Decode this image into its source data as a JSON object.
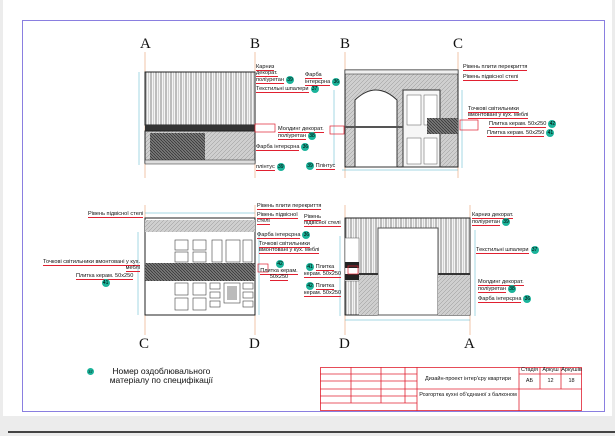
{
  "axes": {
    "top_left": [
      "A",
      "B"
    ],
    "top_right": [
      "B",
      "C"
    ],
    "bottom_left": [
      "C",
      "D"
    ],
    "bottom_right": [
      "D",
      "A"
    ]
  },
  "callouts": [
    {
      "text": "Карниз декорат. поліуретан",
      "num": "39"
    },
    {
      "text": "Текстильні шпалери",
      "num": "37"
    },
    {
      "text": "Молдинг декорат. поліуретан",
      "num": "38"
    },
    {
      "text": "Фарба інтерєрна",
      "num": "36"
    },
    {
      "text": "плінтус",
      "num": "39"
    },
    {
      "text": "Фарба інтерєрна",
      "num": "36"
    },
    {
      "text": "Плінтус",
      "num": "39"
    },
    {
      "text": "Рівень плити перекриття",
      "num": ""
    },
    {
      "text": "Рівень підвісної стелі",
      "num": ""
    },
    {
      "text": "Точкові світильники вмонтовані у кух. меблі",
      "num": ""
    },
    {
      "text": "Плитка керам. 50х250",
      "num": "42"
    },
    {
      "text": "Плитка керам. 50х250",
      "num": "41"
    },
    {
      "text": "Рівень підвісної стелі",
      "num": ""
    },
    {
      "text": "Рівень плити перекриття",
      "num": ""
    },
    {
      "text": "Рівень підвісної стелі",
      "num": ""
    },
    {
      "text": "Фарба інтерєрна",
      "num": "36"
    },
    {
      "text": "Точкові світильники вмонтовані у кух. меблі",
      "num": ""
    },
    {
      "text": "Плитка керам. 50х250",
      "num": "42"
    },
    {
      "text": "Точкові світильники вмонтовані у кух. меблі",
      "num": ""
    },
    {
      "text": "Плитка керам. 50х250",
      "num": "41"
    },
    {
      "text": "Рівень підвісної стелі",
      "num": ""
    },
    {
      "text": "Плитка керам. 50х250",
      "num": "41"
    },
    {
      "text": "Плитка керам. 50х250",
      "num": "42"
    },
    {
      "text": "Карниз декорат. поліуретан",
      "num": "39"
    },
    {
      "text": "Текстильні шпалери",
      "num": "37"
    },
    {
      "text": "Молдинг декорат. поліуретан",
      "num": "38"
    },
    {
      "text": "Фарба інтерєрна",
      "num": "36"
    }
  ],
  "legend": {
    "num": "37",
    "text": "Номер оздоблювального матеріалу по специфікації"
  },
  "stamp": {
    "project": "Дизайн-проект інтер'єру квартири",
    "sheet_title": "Розгортка кухні об'єднаної з балконом",
    "headers": [
      "Стадія",
      "Аркуш",
      "Аркушів"
    ],
    "values": [
      "АБ",
      "12",
      "18"
    ]
  },
  "colors": {
    "callout_line": "#e02030",
    "marker": "#1bb39a",
    "frame": "#8a7fe0",
    "dimension": "#4ab0c8"
  }
}
